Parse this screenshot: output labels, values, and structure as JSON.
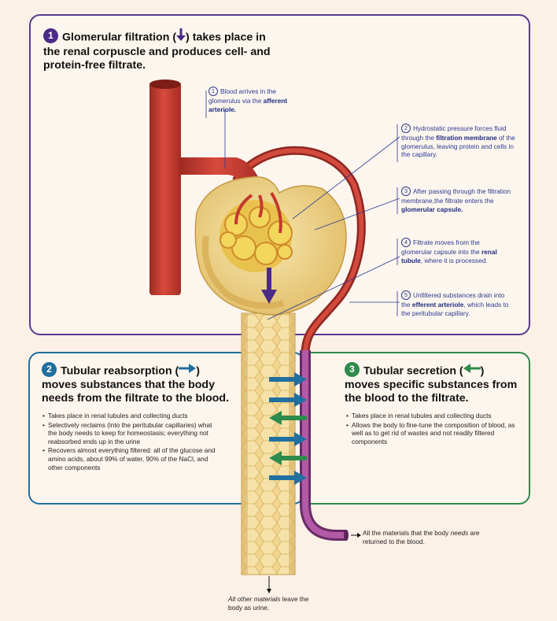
{
  "section1": {
    "number": "1",
    "title_before": "Glomerular filtration (",
    "title_after": ") takes place in the renal corpuscle and produces cell- and protein-free filtrate.",
    "color": "#4b2a85"
  },
  "section2": {
    "number": "2",
    "title_before": "Tubular reabsorption (",
    "title_after": ") moves substances that the body needs from the filtrate to the blood.",
    "color": "#1f6fa0",
    "bullets": [
      "Takes place in renal tubules and collecting ducts",
      "Selectively reclaims (into the peritubular capillaries) what the body needs to keep for homeostasis; everything not reabsorbed ends up in the urine",
      "Recovers almost everything filtered: all of the glucose and amino acids, about 99% of water, 90% of the NaCl, and other components"
    ]
  },
  "section3": {
    "number": "3",
    "title_before": "Tubular secretion (",
    "title_after": ") moves specific substances from the blood to the filtrate.",
    "color": "#2e8b4b",
    "bullets": [
      "Takes place in renal tubules and collecting ducts",
      "Allows the body to fine-tune the composition of blood, as well as to get rid of wastes and not readily filtered components"
    ]
  },
  "steps": [
    {
      "n": "1",
      "pre": "Blood arrives in the glomerulus via the ",
      "bold": "afferent arteriole.",
      "post": ""
    },
    {
      "n": "2",
      "pre": "Hydrostatic pressure forces fluid through the ",
      "bold": "filtration membrane",
      "post": " of the glomerulus, leaving protein and cells in the capillary."
    },
    {
      "n": "3",
      "pre": "After passing through the filtration membrane,the filtrate enters the ",
      "bold": "glomerular capsule.",
      "post": ""
    },
    {
      "n": "4",
      "pre": "Filtrate moves from the glomerular capsule into the ",
      "bold": "renal tubule",
      "post": ", where it is processed."
    },
    {
      "n": "5",
      "pre": "Unfiltered substances drain into the ",
      "bold": "efferent arteriole",
      "post": ", which leads to the peritubular capillary."
    }
  ],
  "return_note": {
    "pre": "All the materials that the body ",
    "em": "needs",
    "post": " are returned to the blood."
  },
  "urine_note": {
    "em": "All other materials",
    "post": " leave the body as urine."
  },
  "colors": {
    "artery": "#c8372d",
    "capillary": "#9a3f8e",
    "tubule": "#f0d48a",
    "filtration_arrow": "#4b2a85",
    "reabsorption_arrow": "#1f6fa0",
    "secretion_arrow": "#2e8b4b"
  },
  "icons": {
    "filtration": "down-arrow-icon",
    "reabsorption": "right-arrow-icon",
    "secretion": "left-arrow-icon"
  }
}
